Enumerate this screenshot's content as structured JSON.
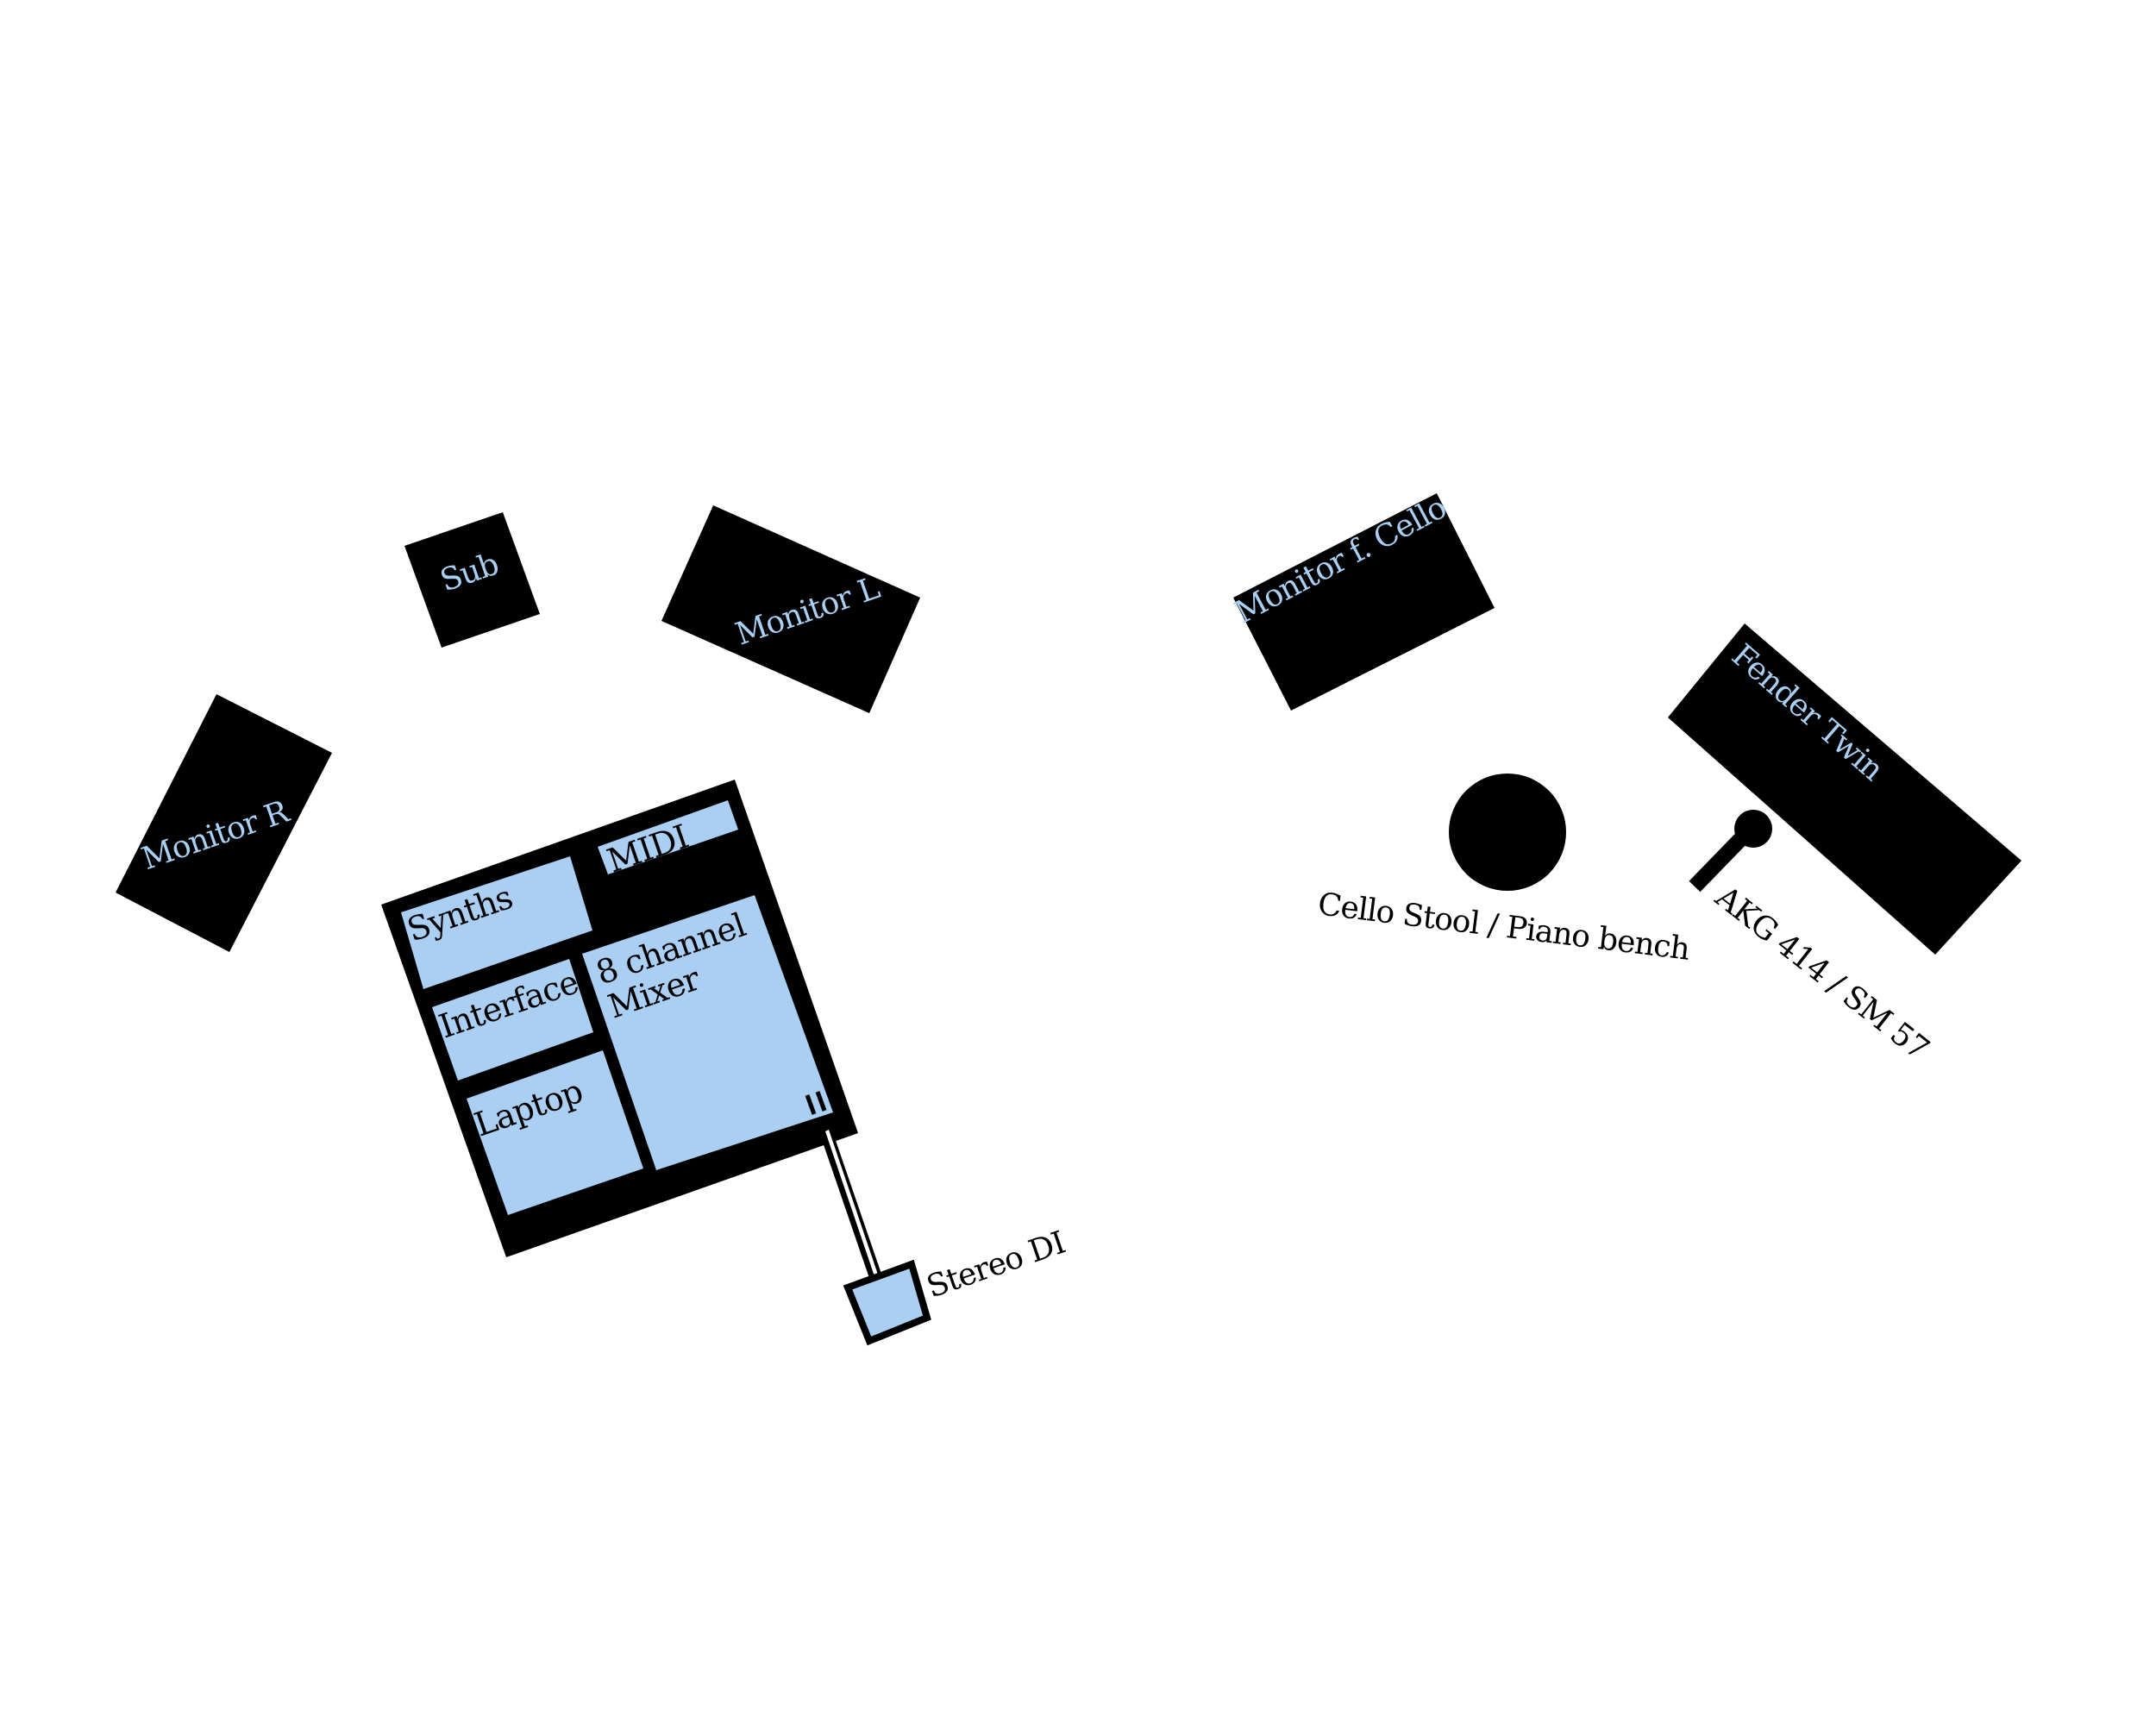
{
  "diagram": {
    "colors": {
      "background": "#ffffff",
      "equipment": "#000000",
      "panel_fill": "#aacff3",
      "speaker_label": "#a9cff3"
    },
    "speakers": {
      "sub": "Sub",
      "monitor_l": "Monitor L",
      "monitor_r": "Monitor R",
      "monitor_cello": "Monitor f. Cello",
      "fender_twin": "Fender Twin"
    },
    "desk": {
      "synths": "Synths",
      "midi": "MIDI",
      "interface": "Interface",
      "mixer_line1": "8 channel",
      "mixer_line2": "Mixer",
      "laptop": "Laptop"
    },
    "stereo_di": "Stereo DI",
    "stool_label": "Cello Stool / Piano bench",
    "mic_label": "AKG 414 / SM 57"
  }
}
